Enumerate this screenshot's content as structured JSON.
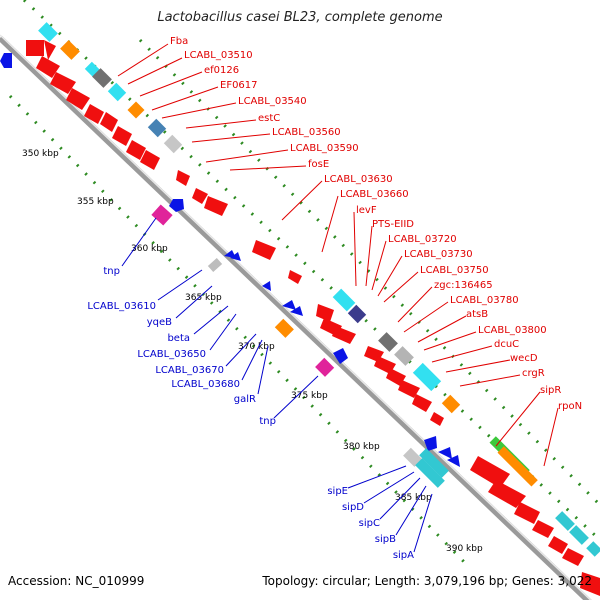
{
  "title": "Lactobacillus casei BL23, complete genome",
  "footer": {
    "accession": "Accession: NC_010999",
    "summary": "Topology: circular; Length: 3,079,196 bp; Genes: 3,022"
  },
  "colors": {
    "forward_label": "#e00000",
    "reverse_label": "#0000cc",
    "scale_tick": "#228b22",
    "backbone": "#9a9a9a"
  },
  "scale_marks": [
    "350 kbp",
    "355 kbp",
    "360 kbp",
    "365 kbp",
    "370 kbp",
    "375 kbp",
    "380 kbp",
    "385 kbp",
    "390 kbp"
  ],
  "forward_genes": [
    "Fba",
    "LCABL_03510",
    "ef0126",
    "EF0617",
    "LCABL_03540",
    "estC",
    "LCABL_03560",
    "LCABL_03590",
    "fosE",
    "LCABL_03630",
    "LCABL_03660",
    "levF",
    "PTS-EIID",
    "LCABL_03720",
    "LCABL_03730",
    "LCABL_03750",
    "zgc:136465",
    "LCABL_03780",
    "atsB",
    "LCABL_03800",
    "dcuC",
    "wecD",
    "crgR",
    "sipR",
    "rpoN"
  ],
  "reverse_genes": [
    "tnp",
    "LCABL_03610",
    "yqeB",
    "beta",
    "LCABL_03650",
    "LCABL_03670",
    "LCABL_03680",
    "galR",
    "tnp",
    "sipE",
    "sipD",
    "sipC",
    "sipB",
    "sipA"
  ]
}
